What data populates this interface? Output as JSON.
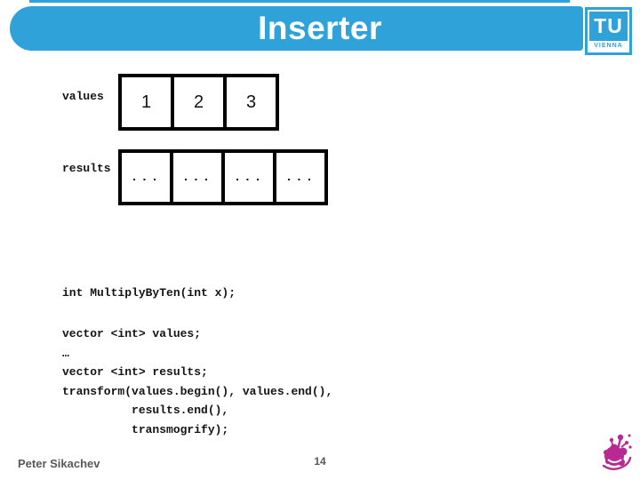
{
  "header": {
    "title": "Inserter"
  },
  "logo": {
    "acronym": "TU",
    "city": "VIENNA"
  },
  "diagram": {
    "values": {
      "label": "values",
      "cells": [
        "1",
        "2",
        "3"
      ]
    },
    "results": {
      "label": "results",
      "cells": [
        "...",
        "...",
        "...",
        "..."
      ]
    }
  },
  "code": {
    "declaration": "int MultiplyByTen(int x);",
    "block": "vector <int> values;\n…\nvector <int> results;\ntransform(values.begin(), values.end(),\n          results.end(),\n          transmogrify);"
  },
  "footer": {
    "author": "Peter Sikachev",
    "page": "14"
  },
  "colors": {
    "accent_blue": "#2fa3d9",
    "mascot_magenta": "#b82a92",
    "footer_gray": "#595959"
  }
}
